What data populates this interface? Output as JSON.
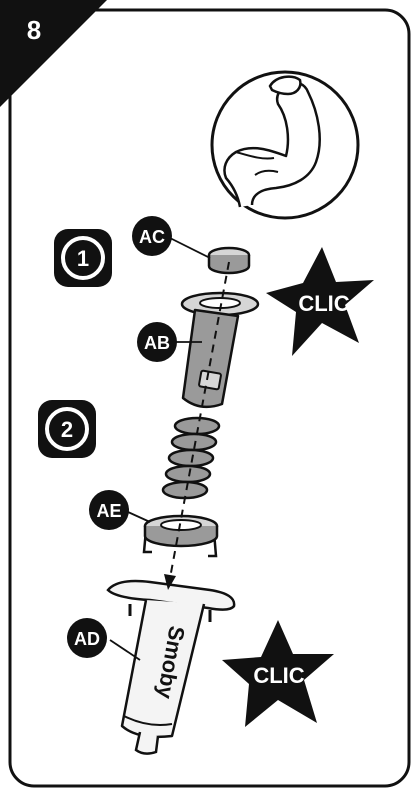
{
  "step": {
    "number": "8"
  },
  "steps": [
    {
      "label": "1"
    },
    {
      "label": "2"
    }
  ],
  "parts": [
    {
      "code": "AC"
    },
    {
      "code": "AB"
    },
    {
      "code": "AE"
    },
    {
      "code": "AD"
    }
  ],
  "clic_labels": [
    {
      "text": "CLIC"
    },
    {
      "text": "CLIC"
    }
  ],
  "brand": {
    "text": "Smoby"
  },
  "icons": {
    "strength": "flexed-arm-icon"
  },
  "colors": {
    "ink": "#111111",
    "part_grey": "#9a9a9a",
    "light_grey": "#d6d6d6",
    "body_fill": "#f4f4f4"
  }
}
